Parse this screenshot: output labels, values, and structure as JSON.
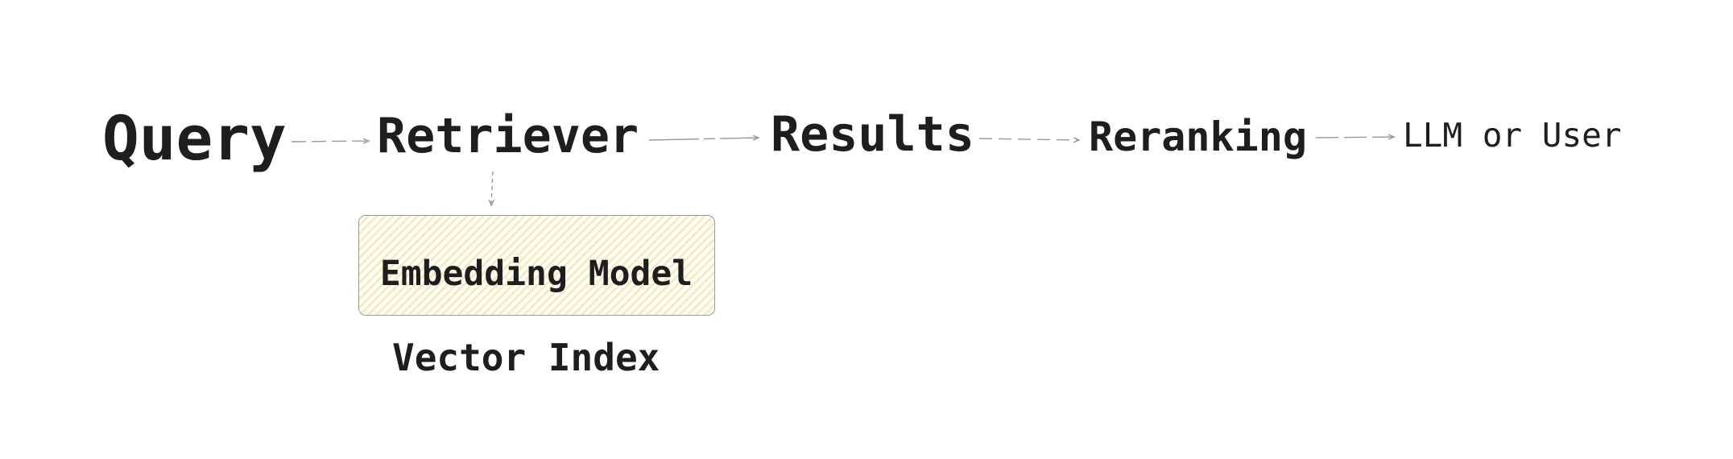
{
  "diagram": {
    "nodes": [
      {
        "id": "query",
        "label": "Query"
      },
      {
        "id": "retriever",
        "label": "Retriever"
      },
      {
        "id": "results",
        "label": "Results"
      },
      {
        "id": "reranking",
        "label": "Reranking"
      },
      {
        "id": "llm-or-user",
        "label": "LLM or User"
      }
    ],
    "embedding_box": {
      "label": "Embedding Model"
    },
    "vector_index": {
      "label": "Vector Index"
    },
    "connectors": [
      {
        "from": "Query",
        "to": "Retriever",
        "style": "dashed-arrow-right"
      },
      {
        "from": "Retriever",
        "to": "Results",
        "style": "dashed-arrow-right"
      },
      {
        "from": "Results",
        "to": "Reranking",
        "style": "dashed-arrow-right"
      },
      {
        "from": "Reranking",
        "to": "LLM or User",
        "style": "dashed-arrow-right"
      },
      {
        "from": "Retriever",
        "to": "Embedding Model",
        "style": "dashed-arrow-down"
      }
    ],
    "colors": {
      "background": "#ffffff",
      "text": "#1e1e1e",
      "connector": "#9a9a9a",
      "arrowhead": "#777777",
      "box_border": "#9a9a9a",
      "box_fill": "#fffef7",
      "box_hatch": "#f3dea0"
    }
  }
}
